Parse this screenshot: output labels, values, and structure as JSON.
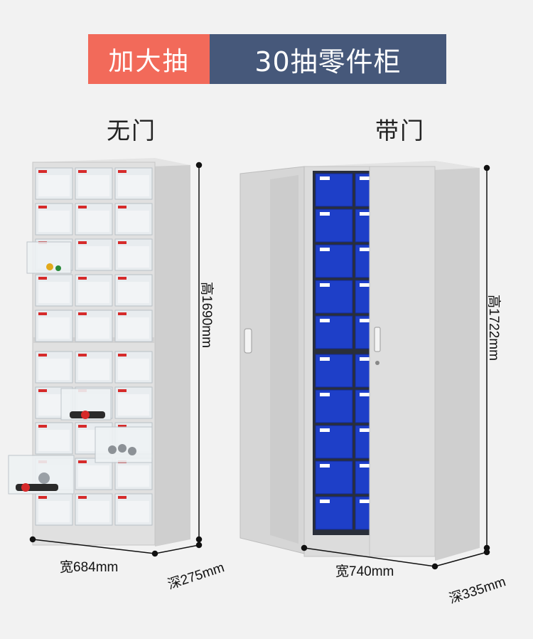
{
  "banner": {
    "left_text": "加大抽",
    "right_text": "30抽零件柜"
  },
  "left_cabinet": {
    "label": "无门",
    "height": "高1690mm",
    "width": "宽684mm",
    "depth": "深275mm"
  },
  "right_cabinet": {
    "label": "带门",
    "height": "高1722mm",
    "width": "宽740mm",
    "depth": "深335mm"
  },
  "colors": {
    "banner_left": "#f26a5a",
    "banner_right": "#46587a",
    "cabinet_body": "#dcdcdc",
    "drawer_blue": "#1e3fc8",
    "drawer_clear": "#e8ecef"
  }
}
